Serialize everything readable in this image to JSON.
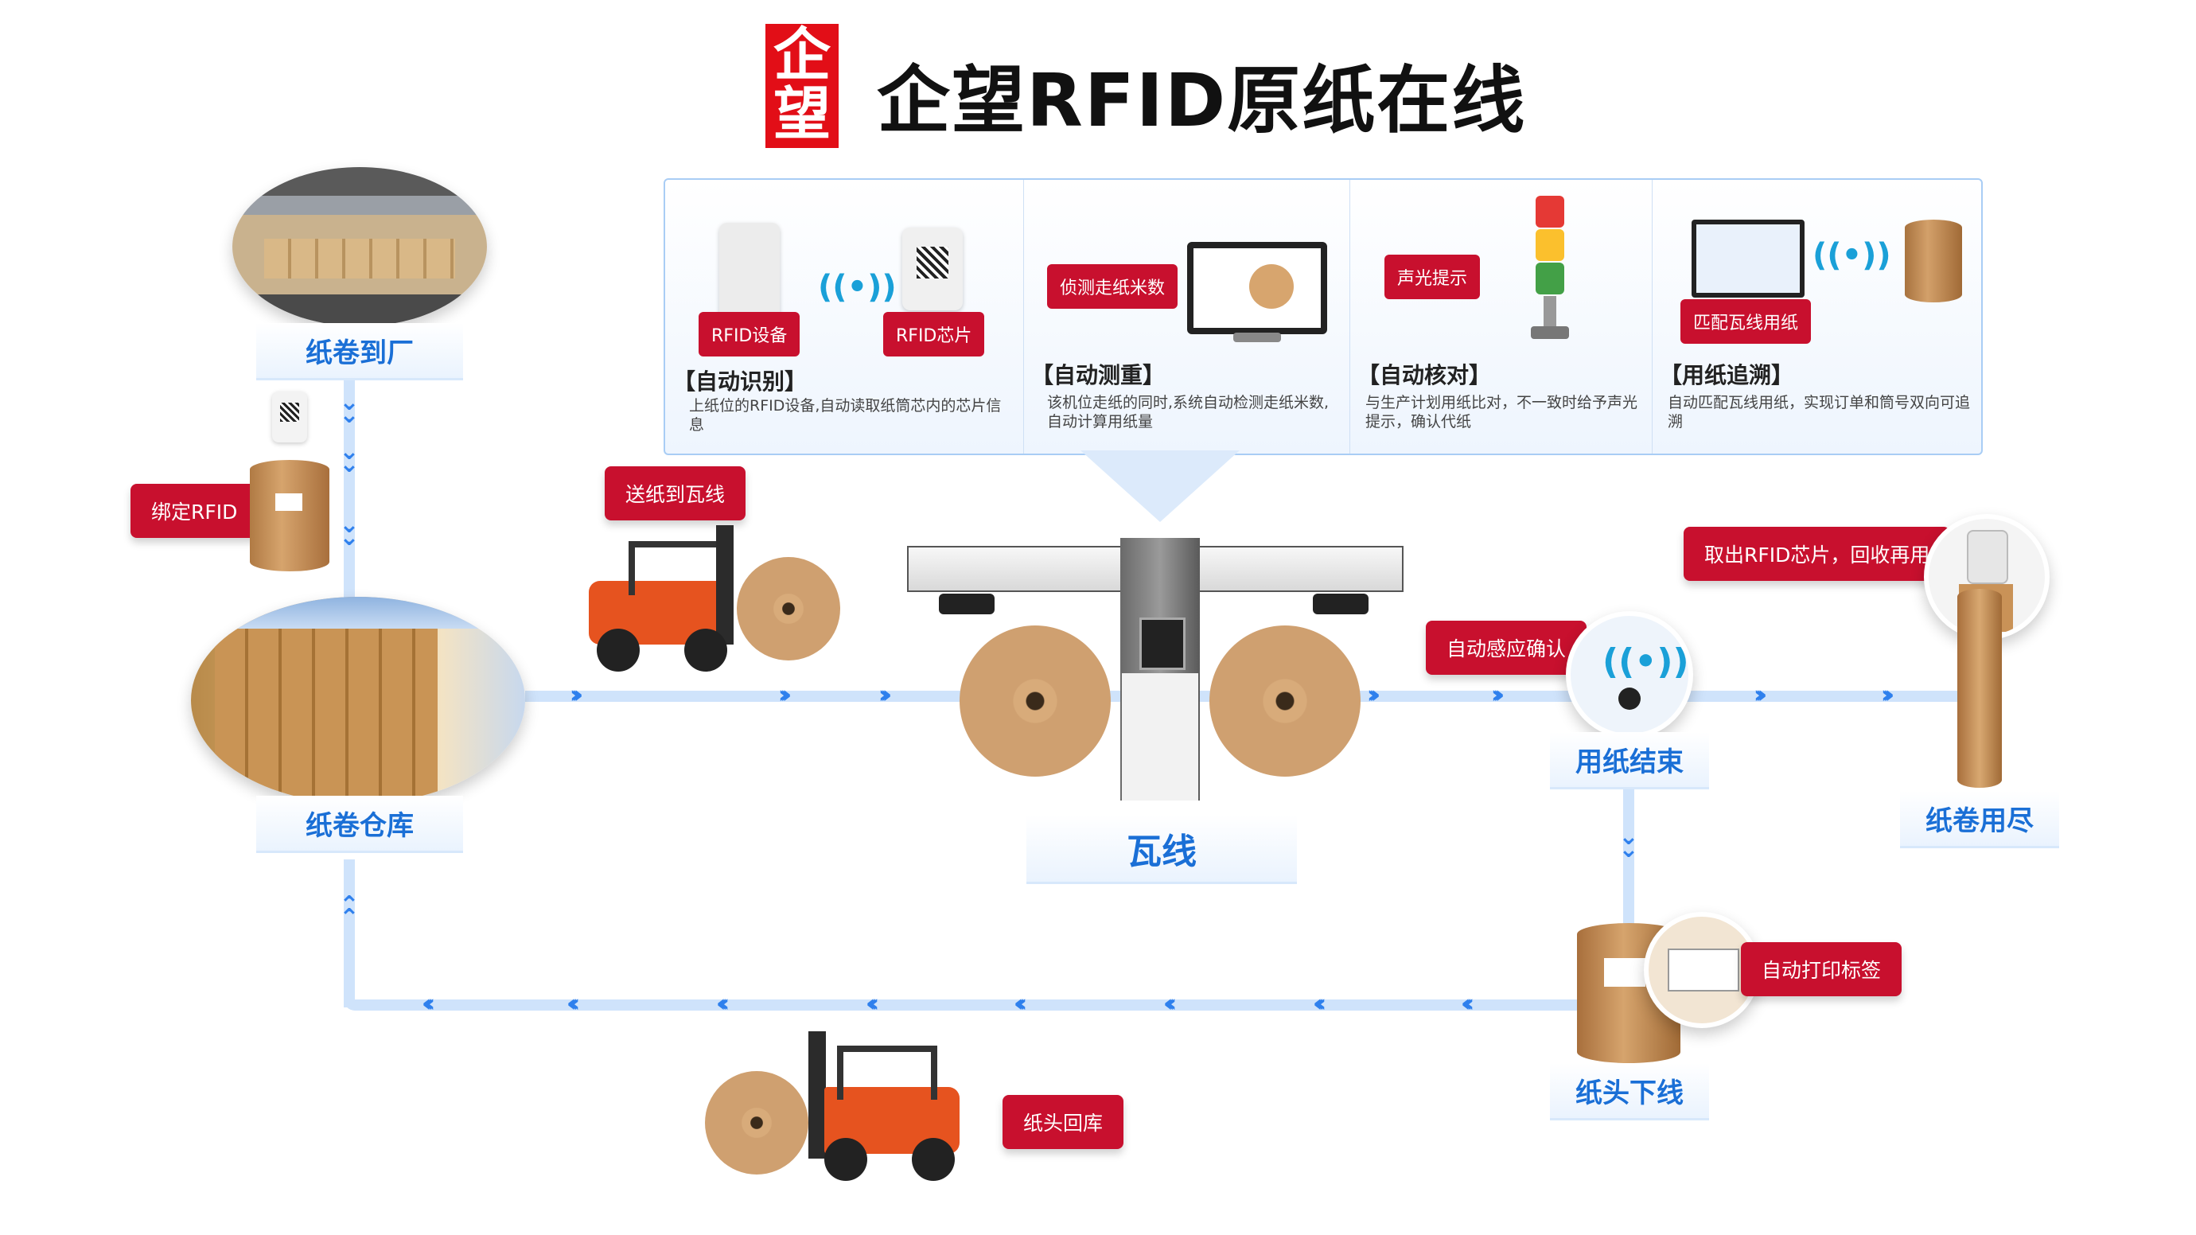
{
  "logo": {
    "char1": "企",
    "char2": "望"
  },
  "title": "企望RFID原纸在线",
  "nodes": {
    "arrival": "纸卷到厂",
    "warehouse": "纸卷仓库",
    "corrugator": "瓦线",
    "paper_end": "用纸结束",
    "roll_used_up": "纸卷用尽",
    "roll_offline": "纸头下线"
  },
  "tags": {
    "bind_rfid": "绑定RFID",
    "to_line": "送纸到瓦线",
    "auto_confirm": "自动感应确认",
    "remove_chip": "取出RFID芯片，回收再用",
    "print_label": "自动打印标签",
    "return_store": "纸头回库"
  },
  "panel": {
    "col1": {
      "tag_device": "RFID设备",
      "tag_chip": "RFID芯片",
      "title": "【自动识别】",
      "desc": "上纸位的RFID设备,自动读取纸筒芯内的芯片信息"
    },
    "col2": {
      "tag": "侦测走纸米数",
      "title": "【自动测重】",
      "desc": "该机位走纸的同时,系统自动检测走纸米数,自动计算用纸量"
    },
    "col3": {
      "tag": "声光提示",
      "title": "【自动核对】",
      "desc": "与生产计划用纸比对，不一致时给予声光提示，确认代纸"
    },
    "col4": {
      "tag": "匹配瓦线用纸",
      "title": "【用纸追溯】",
      "desc": "自动匹配瓦线用纸，实现订单和筒号双向可追溯"
    }
  },
  "colors": {
    "accent": "#c8102e",
    "flow": "#2f80ed",
    "line": "#cfe3fb",
    "label": "#1a6fd6"
  },
  "icons": [
    "rfid-signal-icon",
    "qr-chip-icon",
    "monitor-icon",
    "signal-light-icon",
    "forklift-icon",
    "paper-roll-icon"
  ]
}
